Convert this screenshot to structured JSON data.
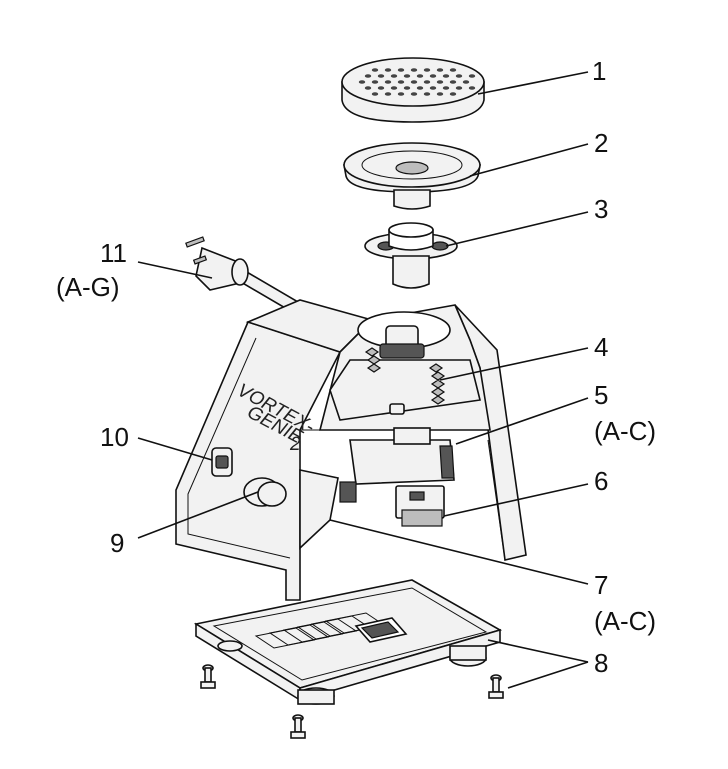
{
  "diagram": {
    "brand_line1": "VORTEX-",
    "brand_line2": "GENIE",
    "brand_mark": "2",
    "callouts": [
      {
        "id": "c1",
        "text": "1"
      },
      {
        "id": "c2",
        "text": "2"
      },
      {
        "id": "c3",
        "text": "3"
      },
      {
        "id": "c4",
        "text": "4"
      },
      {
        "id": "c5",
        "text": "5"
      },
      {
        "id": "c5s",
        "text": "(A-C)"
      },
      {
        "id": "c6",
        "text": "6"
      },
      {
        "id": "c7",
        "text": "7"
      },
      {
        "id": "c7s",
        "text": "(A-C)"
      },
      {
        "id": "c8",
        "text": "8"
      },
      {
        "id": "c9",
        "text": "9"
      },
      {
        "id": "c10",
        "text": "10"
      },
      {
        "id": "c11",
        "text": "11"
      },
      {
        "id": "c11s",
        "text": "(A-G)"
      }
    ]
  }
}
